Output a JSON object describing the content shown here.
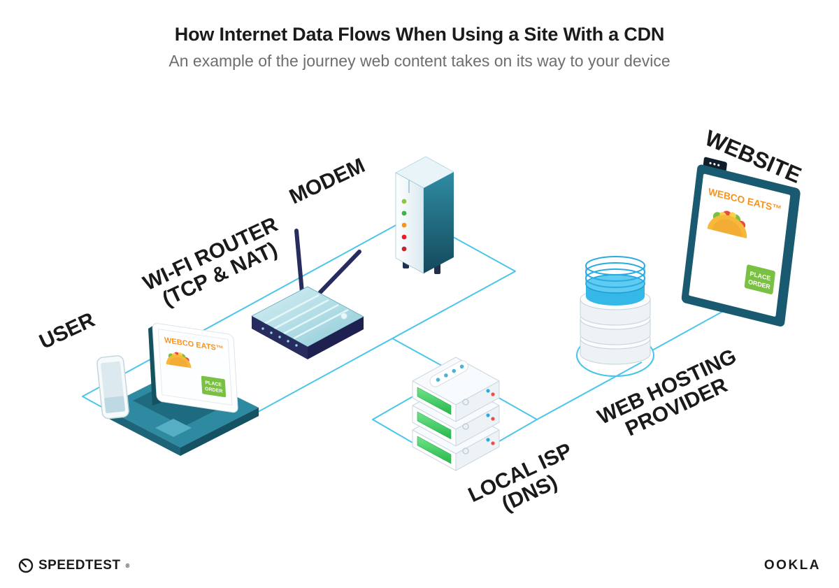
{
  "header": {
    "title": "How Internet Data Flows When Using a Site With a CDN",
    "subtitle": "An example of the journey web content takes on its way to your device"
  },
  "labels": {
    "user": "USER",
    "router_line1": "WI-FI ROUTER",
    "router_line2": "(TCP & NAT)",
    "modem": "MODEM",
    "isp_line1": "LOCAL ISP",
    "isp_line2": "(DNS)",
    "hosting_line1": "WEB HOSTING",
    "hosting_line2": "PROVIDER",
    "website": "WEBSITE"
  },
  "webco": {
    "brand": "WEBCO EATS™",
    "button_line1": "PLACE",
    "button_line2": "ORDER"
  },
  "footer": {
    "speedtest": "SPEEDTEST",
    "speedtest_mark": "®",
    "ookla": "OOKLA"
  },
  "colors": {
    "line_blue": "#4AC6EA",
    "ink": "#1A1A1A",
    "subtitle_gray": "#6E6E6E",
    "teal_dark": "#1B5A6E",
    "teal": "#2E8AA0",
    "navy": "#272B5E",
    "brand_orange": "#F7941D",
    "button_green": "#7AC143",
    "led_green": "#3ED35E",
    "water_blue": "#35B8E8"
  }
}
